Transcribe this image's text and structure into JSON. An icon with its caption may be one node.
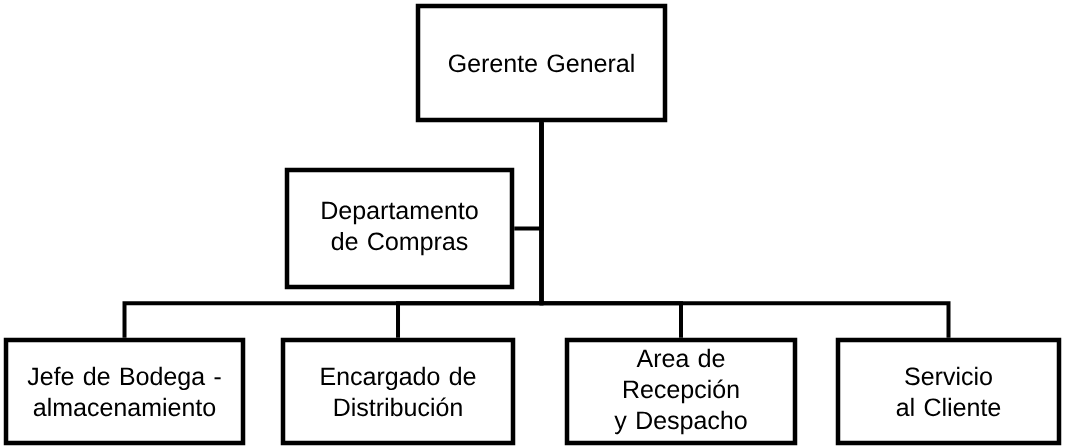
{
  "diagram": {
    "nodes": [
      {
        "text": [
          "Gerente General"
        ]
      },
      {
        "text": [
          "Departamento de Compras"
        ]
      },
      {
        "text": [
          "Jefe de Bodega - almacenamiento"
        ]
      },
      {
        "text": [
          "Encargado de Distribución"
        ]
      },
      {
        "text": [
          "Area de Recepción y Despacho"
        ]
      },
      {
        "text": [
          "Servicio al Cliente"
        ]
      }
    ],
    "edges": [
      {
        "from": 0,
        "to": 1,
        "arrow": "none"
      },
      {
        "from": 0,
        "to": 2,
        "arrow": "none"
      },
      {
        "from": 0,
        "to": 3,
        "arrow": "none"
      },
      {
        "from": 0,
        "to": 4,
        "arrow": "none"
      },
      {
        "from": 0,
        "to": 5,
        "arrow": "none"
      }
    ]
  }
}
